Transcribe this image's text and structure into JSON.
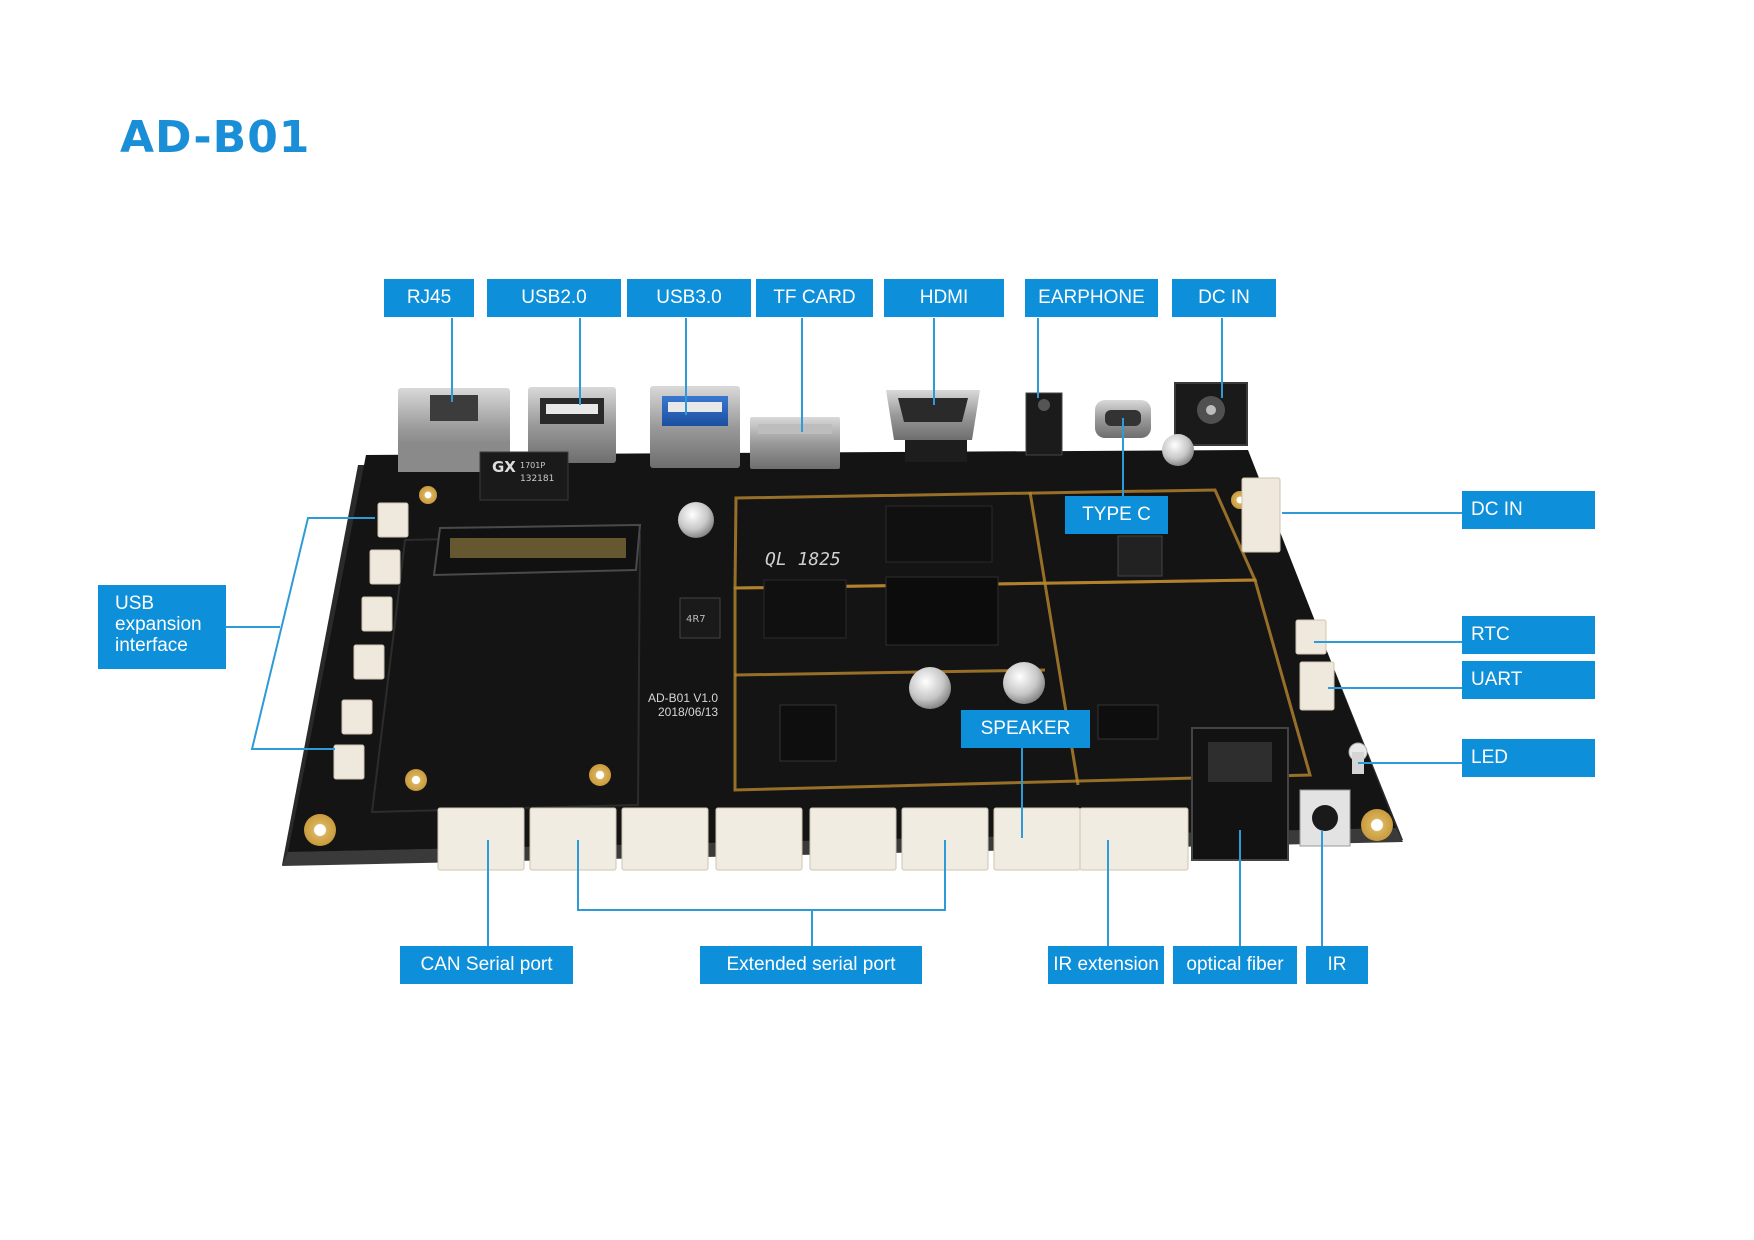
{
  "title": "AD-B01",
  "board": {
    "silkscreen_model": "AD-B01 V1.0",
    "silkscreen_date": "2018/06/13",
    "chip_mark": "QL 1825",
    "transformer_mark": "GX",
    "transformer_code1": "1701P",
    "transformer_code2": "132181",
    "inductor_mark": "4R7"
  },
  "labels": {
    "rj45": "RJ45",
    "usb20": "USB2.0",
    "usb30": "USB3.0",
    "tf_card": "TF CARD",
    "hdmi": "HDMI",
    "earphone": "EARPHONE",
    "dc_in_top": "DC IN",
    "type_c": "TYPE C",
    "dc_in_right": "DC IN",
    "rtc": "RTC",
    "uart": "UART",
    "led": "LED",
    "speaker": "SPEAKER",
    "usb_expansion": [
      "USB",
      "expansion",
      "interface"
    ],
    "can_serial": "CAN Serial port",
    "extended_serial": "Extended serial port",
    "ir_extension": "IR extension",
    "optical_fiber": "optical fiber",
    "ir": "IR"
  },
  "colors": {
    "label_bg": "#0d8fd9",
    "title": "#1a8fd8",
    "pcb": "#121212",
    "connector": "#f1ece2",
    "leader_line": "#2f9ad8"
  }
}
